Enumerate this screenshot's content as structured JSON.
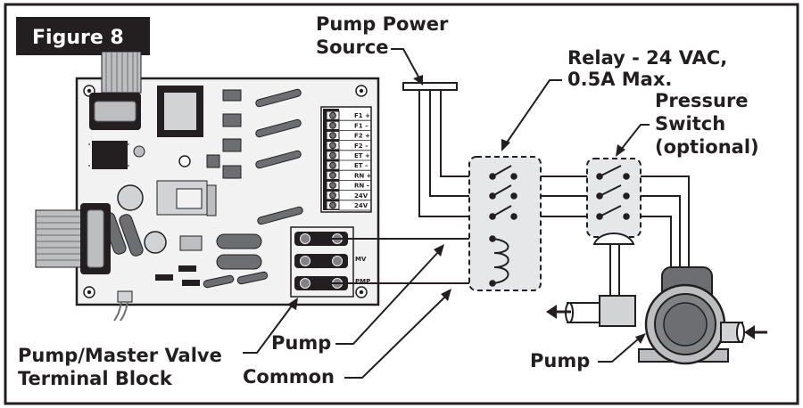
{
  "figure_label": "Figure 8",
  "colors": {
    "ink": "#231f20",
    "board": "#f2f2f2",
    "component_gray": "#6d6e71",
    "light_gray": "#bcbec0",
    "dashed_box_fill": "#e6e7e8",
    "figure_label_bg": "#231f20"
  },
  "callouts": {
    "pump_power_source": [
      "Pump Power",
      "Source"
    ],
    "relay": [
      "Relay - 24 VAC,",
      "0.5A Max."
    ],
    "pressure_switch": [
      "Pressure",
      "Switch",
      "(optional)"
    ],
    "pump_master_valve_block": [
      "Pump/Master Valve",
      "Terminal Block"
    ],
    "pump_wire": "Pump",
    "common_wire": "Common",
    "pump_motor": "Pump"
  },
  "terminal_labels": [
    "F1 +",
    "F1 –",
    "F2 +",
    "F2 –",
    "ET +",
    "ET –",
    "RN +",
    "RN –",
    "24V",
    "24V"
  ],
  "valve_block_labels": [
    "MV",
    "PMP"
  ]
}
